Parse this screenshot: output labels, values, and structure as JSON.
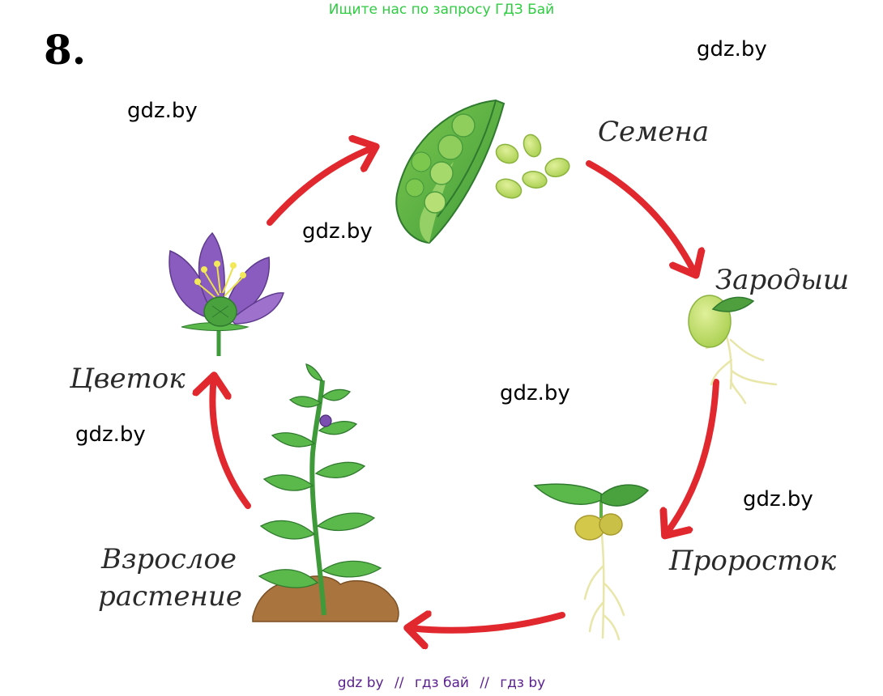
{
  "banner": "Ищите нас по запросу ГДЗ Бай",
  "task_number": "8.",
  "watermarks": [
    "gdz.by",
    "gdz.by",
    "gdz.by",
    "gdz.by",
    "gdz.by",
    "gdz.by"
  ],
  "stages": {
    "seeds": "Семена",
    "embryo": "Зародыш",
    "sprout": "Проросток",
    "adult_line1": "Взрослое",
    "adult_line2": "растение",
    "flower": "Цветок"
  },
  "footer": {
    "part1": "gdz by",
    "sep1": "//",
    "part2": "гдз бай",
    "sep2": "//",
    "part3": "гдз by"
  },
  "colors": {
    "arrow": "#e0282e",
    "leaf": "#5bb84a",
    "seed": "#b8d96a",
    "petal": "#8a5cbf",
    "soil": "#9a6a3a"
  }
}
